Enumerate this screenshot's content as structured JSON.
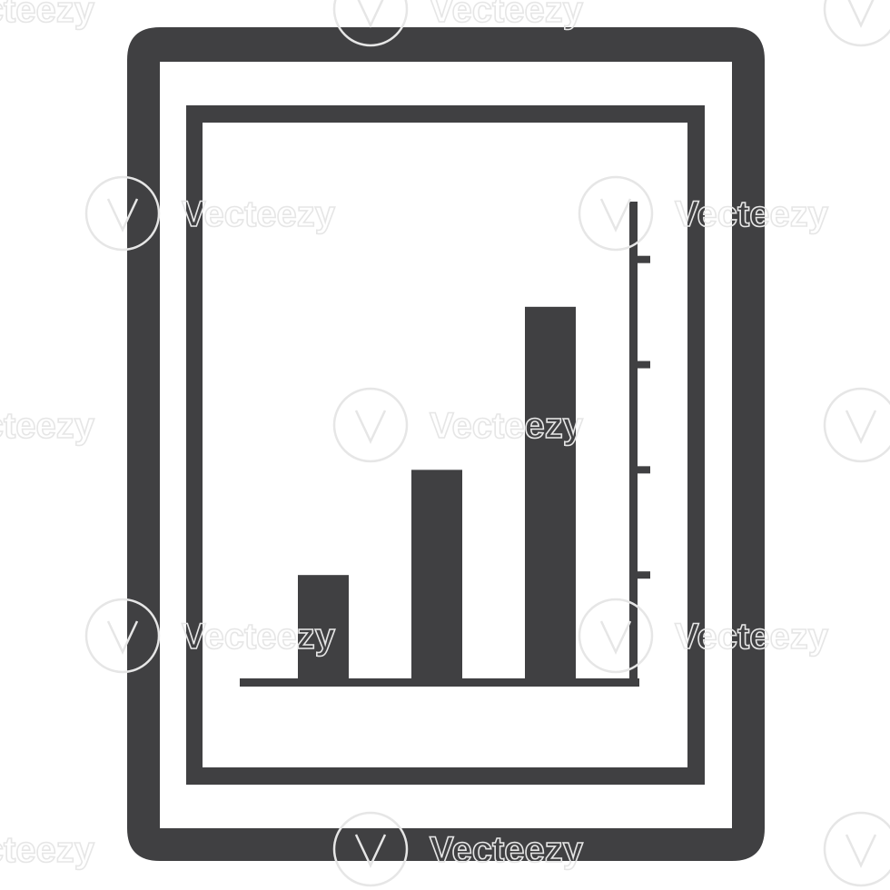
{
  "icon": {
    "name": "tablet-with-bar-chart-icon",
    "color": "#404042",
    "background": "#ffffff"
  },
  "chart_data": {
    "type": "bar",
    "categories": [
      "",
      "",
      ""
    ],
    "values": [
      1,
      2,
      3.55
    ],
    "ylim": [
      0,
      4.55
    ],
    "axis_side": "right",
    "tick_values": [
      1,
      2,
      3,
      4
    ],
    "grid": false
  },
  "watermark": {
    "text": "Vecteezy",
    "color": "#e6e6e6"
  }
}
